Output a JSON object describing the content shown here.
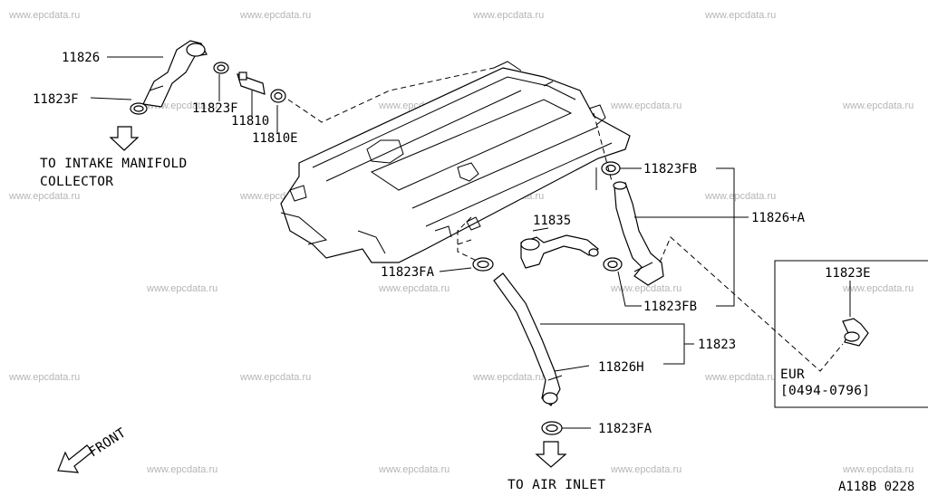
{
  "watermark": "www.epcdata.ru",
  "labels": {
    "l11826": "11826",
    "l11823F_left": "11823F",
    "l11823F_mid": "11823F",
    "l11810": "11810",
    "l11810E": "11810E",
    "l11823FB_top": "11823FB",
    "l11826A": "11826+A",
    "l11835": "11835",
    "l11823FA_left": "11823FA",
    "l11823FB_bot": "11823FB",
    "l11823": "11823",
    "l11826H": "11826H",
    "l11823FA_bot": "11823FA",
    "l11823E": "11823E"
  },
  "notes": {
    "to_manifold_1": "TO INTAKE MANIFOLD",
    "to_manifold_2": "COLLECTOR",
    "to_air_inlet": "TO AIR INLET",
    "front": "FRONT",
    "eur": "EUR",
    "eur_range": "[0494-0796]"
  },
  "diagram_code": "A118B 0228",
  "icons": [
    "down-arrow-icon",
    "front-arrow-icon"
  ]
}
